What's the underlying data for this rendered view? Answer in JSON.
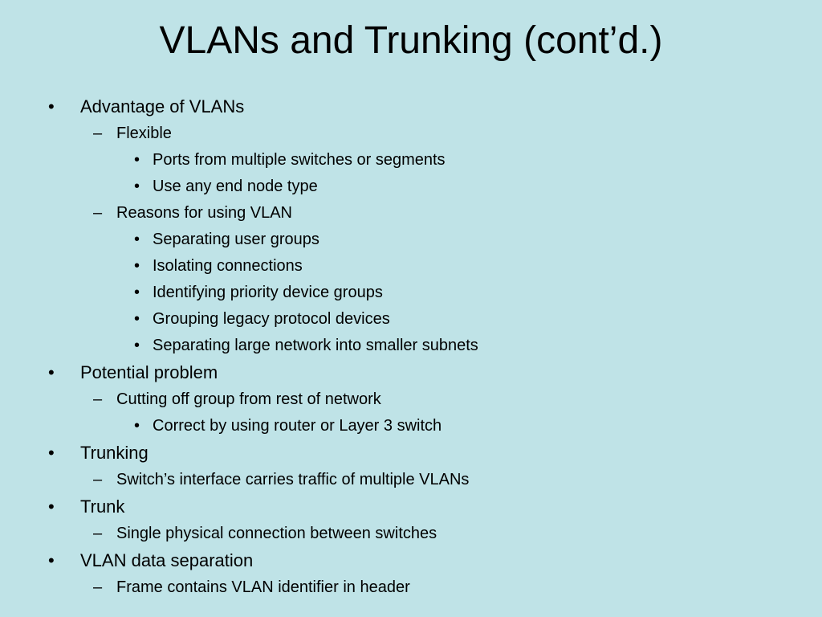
{
  "slide": {
    "title": "VLANs and Trunking (cont’d.)",
    "bullets": [
      {
        "level": 1,
        "marker": "•",
        "text": "Advantage of VLANs"
      },
      {
        "level": 2,
        "marker": "–",
        "text": "Flexible"
      },
      {
        "level": 3,
        "marker": "•",
        "text": "Ports from multiple switches or segments"
      },
      {
        "level": 3,
        "marker": "•",
        "text": "Use any end node type"
      },
      {
        "level": 2,
        "marker": "–",
        "text": "Reasons for using VLAN"
      },
      {
        "level": 3,
        "marker": "•",
        "text": "Separating user groups"
      },
      {
        "level": 3,
        "marker": "•",
        "text": "Isolating connections"
      },
      {
        "level": 3,
        "marker": "•",
        "text": "Identifying priority device groups"
      },
      {
        "level": 3,
        "marker": "•",
        "text": "Grouping legacy protocol devices"
      },
      {
        "level": 3,
        "marker": "•",
        "text": "Separating large network into smaller subnets"
      },
      {
        "level": 1,
        "marker": "•",
        "text": "Potential problem"
      },
      {
        "level": 2,
        "marker": "–",
        "text": "Cutting off group from rest of network"
      },
      {
        "level": 3,
        "marker": "•",
        "text": "Correct by using router or Layer 3 switch"
      },
      {
        "level": 1,
        "marker": "•",
        "text": "Trunking"
      },
      {
        "level": 2,
        "marker": "–",
        "text": "Switch’s interface carries traffic of multiple VLANs"
      },
      {
        "level": 1,
        "marker": "•",
        "text": "Trunk"
      },
      {
        "level": 2,
        "marker": "–",
        "text": "Single physical connection between switches"
      },
      {
        "level": 1,
        "marker": "•",
        "text": "VLAN data separation"
      },
      {
        "level": 2,
        "marker": "–",
        "text": "Frame contains VLAN identifier in header"
      }
    ]
  },
  "colors": {
    "background": "#bfe3e7",
    "text": "#000000"
  }
}
